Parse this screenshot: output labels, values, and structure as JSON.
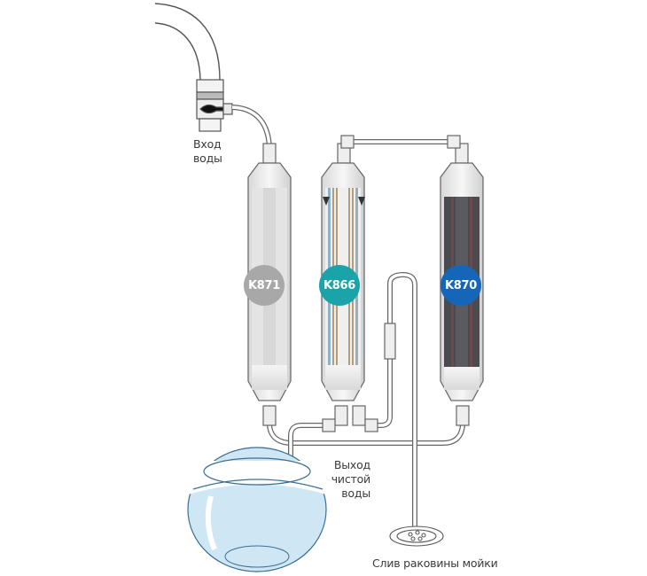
{
  "labels": {
    "inlet": [
      "Вход",
      "воды"
    ],
    "outlet": [
      "Выход",
      "чистой",
      "воды"
    ],
    "drain": "Слив раковины мойки"
  },
  "filters": [
    {
      "id": "K871",
      "label": "K871",
      "color": "#a8a8a8",
      "media": "#e4e4e4"
    },
    {
      "id": "K866",
      "label": "K866",
      "color": "#1aa3a8",
      "media": "#efefef"
    },
    {
      "id": "K870",
      "label": "K870",
      "color": "#1566b8",
      "media": "#4a4a4f"
    }
  ],
  "colors": {
    "outline": "#6b6b6b",
    "water": "#cfe6f4",
    "water_edge": "#3b6f92"
  }
}
